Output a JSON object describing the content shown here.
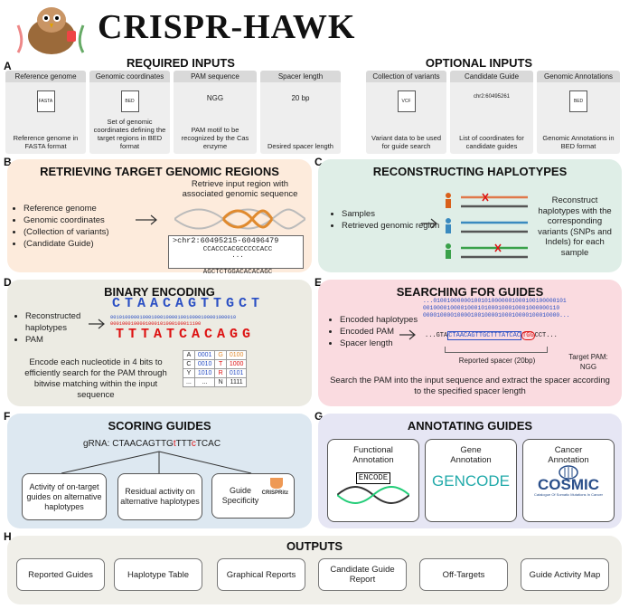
{
  "title": "CRISPR-HAWK",
  "labels": {
    "A": "A",
    "B": "B",
    "C": "C",
    "D": "D",
    "E": "E",
    "F": "F",
    "G": "G",
    "H": "H"
  },
  "colors": {
    "b_bg": "#fdebdc",
    "c_bg": "#dfeee7",
    "d_bg": "#ecebe3",
    "e_bg": "#fadbe0",
    "f_bg": "#dde8f1",
    "g_bg": "#e6e6f4",
    "h_bg": "#f0efe9",
    "red": "#d11",
    "blue": "#2a4fc4"
  },
  "required": {
    "heading": "REQUIRED INPUTS",
    "cards": [
      {
        "head": "Reference genome",
        "icon": "FASTA",
        "desc": "Reference genome in FASTA format"
      },
      {
        "head": "Genomic coordinates",
        "icon": "BED",
        "desc": "Set of genomic coordinates defining the target regions in BED format"
      },
      {
        "head": "PAM sequence",
        "big": "NGG",
        "desc": "PAM motif to be recognized by the Cas enzyme"
      },
      {
        "head": "Spacer length",
        "big": "20 bp",
        "desc": "Desired spacer length"
      }
    ]
  },
  "optional": {
    "heading": "OPTIONAL INPUTS",
    "cards": [
      {
        "head": "Collection of variants",
        "icon": "VCF",
        "desc": "Variant data to be used for guide search"
      },
      {
        "head": "Candidate Guide",
        "big": "chr2:60495261",
        "desc": "List of coordinates for candidate guides"
      },
      {
        "head": "Genomic Annotations",
        "icon": "BED",
        "desc": "Genomic Annotations in BED format"
      }
    ]
  },
  "b": {
    "title": "RETRIEVING TARGET GENOMIC REGIONS",
    "items": [
      "Reference genome",
      "Genomic coordinates",
      "(Collection of variants)",
      "(Candidate Guide)"
    ],
    "note": "Retrieve input region with associated genomic sequence",
    "coord": ">chr2:60495215-60496479",
    "seq1": "CCACCCACGCCCCCACC",
    "dots": "...",
    "seq2": "AGCTCTGGACACACAGC"
  },
  "c": {
    "title": "RECONSTRUCTING HAPLOTYPES",
    "items": [
      "Samples",
      "Retrieved genomic region"
    ],
    "note": "Reconstruct haplotypes with the corresponding variants (SNPs and Indels) for each sample"
  },
  "d": {
    "title": "BINARY ENCODING",
    "items": [
      "Reconstructed haplotypes",
      "PAM"
    ],
    "seq_top": "CTAACAGTTGCT",
    "bits1": "0010100000100010001000010010000100001000010",
    "bits2": "0001000100001000101000100011100",
    "seq_bottom": "TTTATCACAGG",
    "note": "Encode each nucleotide in 4 bits to efficiently search for the PAM through bitwise matching within the input sequence",
    "table": [
      [
        "A",
        "0001",
        "G",
        "0100"
      ],
      [
        "C",
        "0010",
        "T",
        "1000"
      ],
      [
        "Y",
        "1010",
        "R",
        "0101"
      ],
      [
        "...",
        "...",
        "N",
        "1111"
      ]
    ]
  },
  "e": {
    "title": "SEARCHING FOR GUIDES",
    "items": [
      "Encoded haplotypes",
      "Encoded PAM",
      "Spacer length"
    ],
    "bits": [
      "...010010000001001010000001000100100000101",
      "0010000100001000101000100010001000000110",
      "0000100001000010010000100010000100010000..."
    ],
    "seq_pre": "...GTA",
    "seq_spacer": "CTAACAGTTGCTTTATCAC",
    "seq_pam": "TGG",
    "seq_post": "CCT...",
    "spacer_label": "Reported spacer (20bp)",
    "pam_label": "Target PAM: NGG",
    "note": "Search the PAM into the input sequence and extract the spacer according to the specified spacer length"
  },
  "f": {
    "title": "SCORING GUIDES",
    "grna_prefix": "gRNA: CTAACAGTTG",
    "grna_t1": "t",
    "grna_mid": "TTT",
    "grna_c": "c",
    "grna_suffix": "TCAC",
    "boxes": [
      "Activity of on-target guides on alternative haplotypes",
      "Residual activity on alternative haplotypes",
      "Guide Specificity"
    ],
    "logo": "CRISPRitz"
  },
  "g": {
    "title": "ANNOTATING GUIDES",
    "cards": [
      {
        "head": "Functional Annotation",
        "logo": "ENCODE"
      },
      {
        "head": "Gene Annotation",
        "logo": "GENCODE"
      },
      {
        "head": "Cancer Annotation",
        "logo": "COSMIC",
        "sub": "Catalogue Of Somatic Mutations In Cancer"
      }
    ]
  },
  "h": {
    "title": "OUTPUTS",
    "boxes": [
      "Reported Guides",
      "Haplotype Table",
      "Graphical Reports",
      "Candidate Guide Report",
      "Off-Targets",
      "Guide Activity Map"
    ]
  }
}
